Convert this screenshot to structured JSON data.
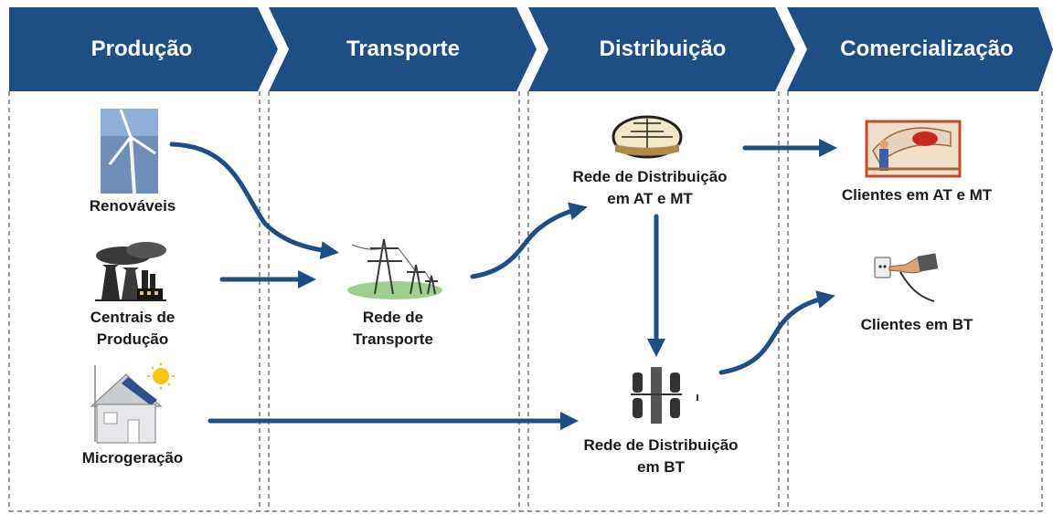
{
  "stages": [
    {
      "label": "Produção"
    },
    {
      "label": "Transporte"
    },
    {
      "label": "Distribuição"
    },
    {
      "label": "Comercialização"
    }
  ],
  "nodes": {
    "renovaveis": "Renováveis",
    "centrais": "Centrais de\nProdução",
    "microgeracao": "Microgeração",
    "rede_transporte": "Rede de\nTransporte",
    "rede_dist_at_mt": "Rede de Distribuição\nem AT e MT",
    "rede_dist_bt": "Rede de Distribuição\nem BT",
    "clientes_at_mt": "Clientes em AT e MT",
    "clientes_bt": "Clientes em BT"
  },
  "colors": {
    "header": "#1f4e85",
    "arrow": "#1f4e85",
    "divider": "#555555"
  },
  "icons": [
    "wind-turbine-icon",
    "power-plant-icon",
    "solar-house-icon",
    "transmission-tower-icon",
    "distribution-pole-icon",
    "insulator-pole-icon",
    "industrial-client-icon",
    "wall-socket-icon"
  ]
}
